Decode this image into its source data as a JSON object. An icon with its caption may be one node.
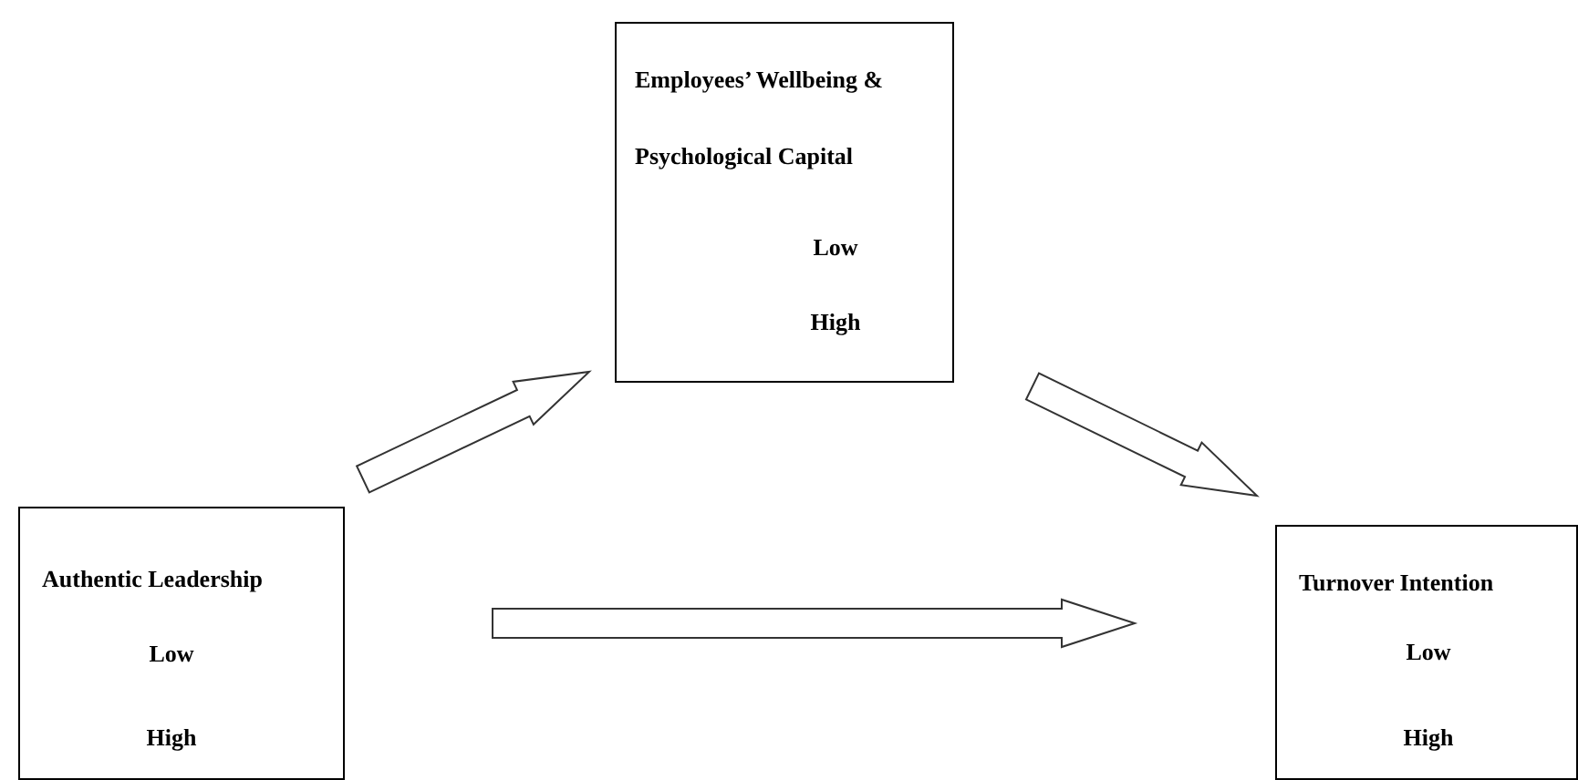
{
  "diagram": {
    "nodes": [
      {
        "text": [
          "Authentic Leadership",
          "Low",
          "High"
        ]
      },
      {
        "text": [
          "Employees’ Wellbeing & Psychological Capital",
          "Low",
          "High"
        ]
      },
      {
        "text": [
          "Turnover Intention",
          "Low",
          "High"
        ]
      }
    ],
    "edges": [
      {
        "from": 0,
        "to": 1,
        "arrow": "to"
      },
      {
        "from": 1,
        "to": 2,
        "arrow": "to"
      },
      {
        "from": 0,
        "to": 2,
        "arrow": "to"
      }
    ]
  }
}
